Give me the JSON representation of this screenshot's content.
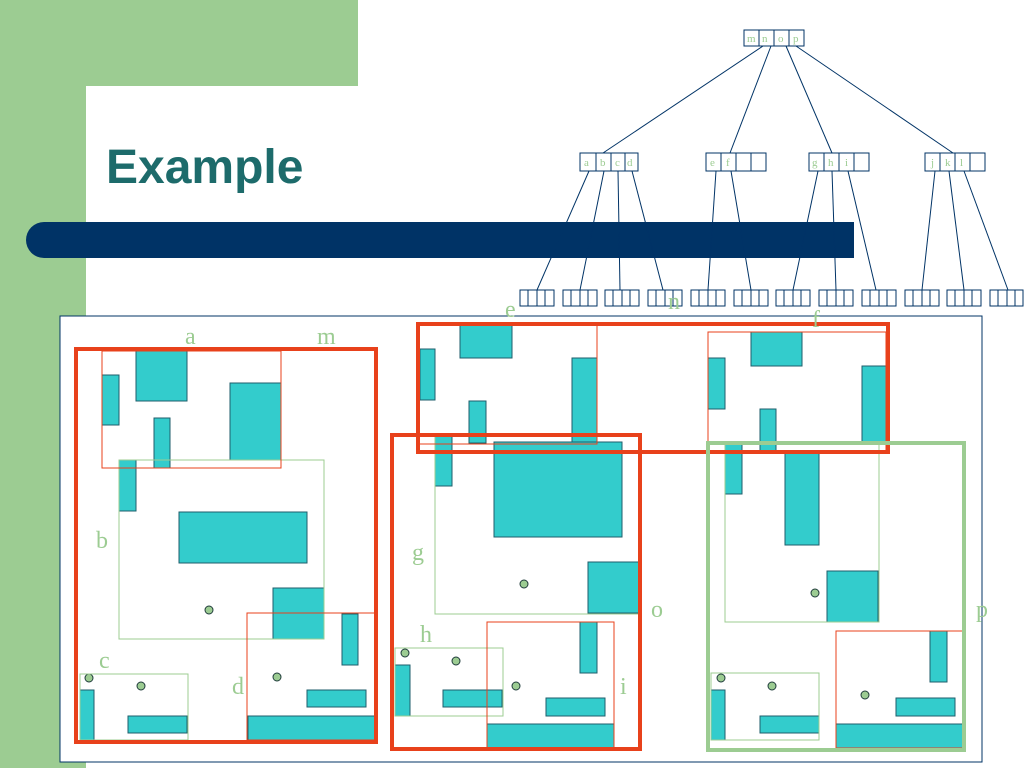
{
  "slide": {
    "title": "Example"
  },
  "tree": {
    "root": [
      "m",
      "n",
      "o",
      "p"
    ],
    "level1": [
      [
        "a",
        "b",
        "c",
        "d"
      ],
      [
        "e",
        "f",
        "",
        ""
      ],
      [
        "g",
        "h",
        "i",
        ""
      ],
      [
        "j",
        "k",
        "l",
        ""
      ]
    ]
  },
  "regions": {
    "a": "a",
    "m": "m",
    "b": "b",
    "c": "c",
    "d": "d",
    "e": "e",
    "n": "n",
    "f": "f",
    "g": "g",
    "h": "h",
    "i": "i",
    "o": "o",
    "p": "p"
  },
  "colors": {
    "accent_green": "#9ccc92",
    "navy": "#003366",
    "red": "#e8411b",
    "cyan": "#33cccc"
  }
}
